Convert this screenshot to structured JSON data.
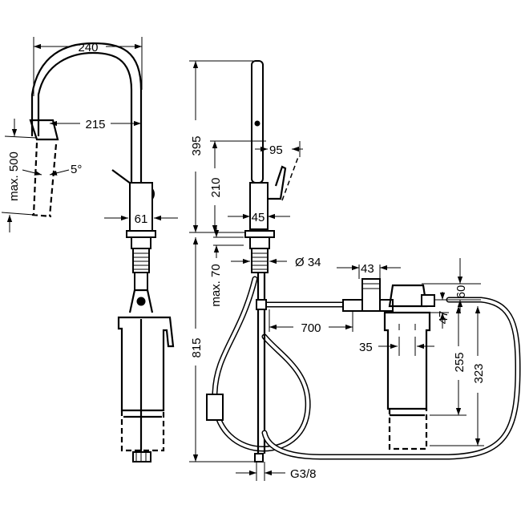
{
  "diagram": {
    "front_view": {
      "width_total": "240",
      "spout_reach": "215",
      "body_diameter": "61",
      "pullout_length": "max. 500",
      "spray_angle": "5°"
    },
    "side_view": {
      "height_total": "395",
      "lever_height": "210",
      "lever_reach": "95",
      "body_width": "45",
      "deck_thickness": "max. 70",
      "hole_diameter": "Ø 34",
      "below_deck_length": "815",
      "connection_thread": "G3/8",
      "hose_length": "700"
    },
    "filter_unit": {
      "valve_width": "43",
      "top_offset": "60",
      "connector_offset": "47",
      "inlet_spacing": "35",
      "filter_height": "255",
      "overall_height": "323"
    }
  }
}
